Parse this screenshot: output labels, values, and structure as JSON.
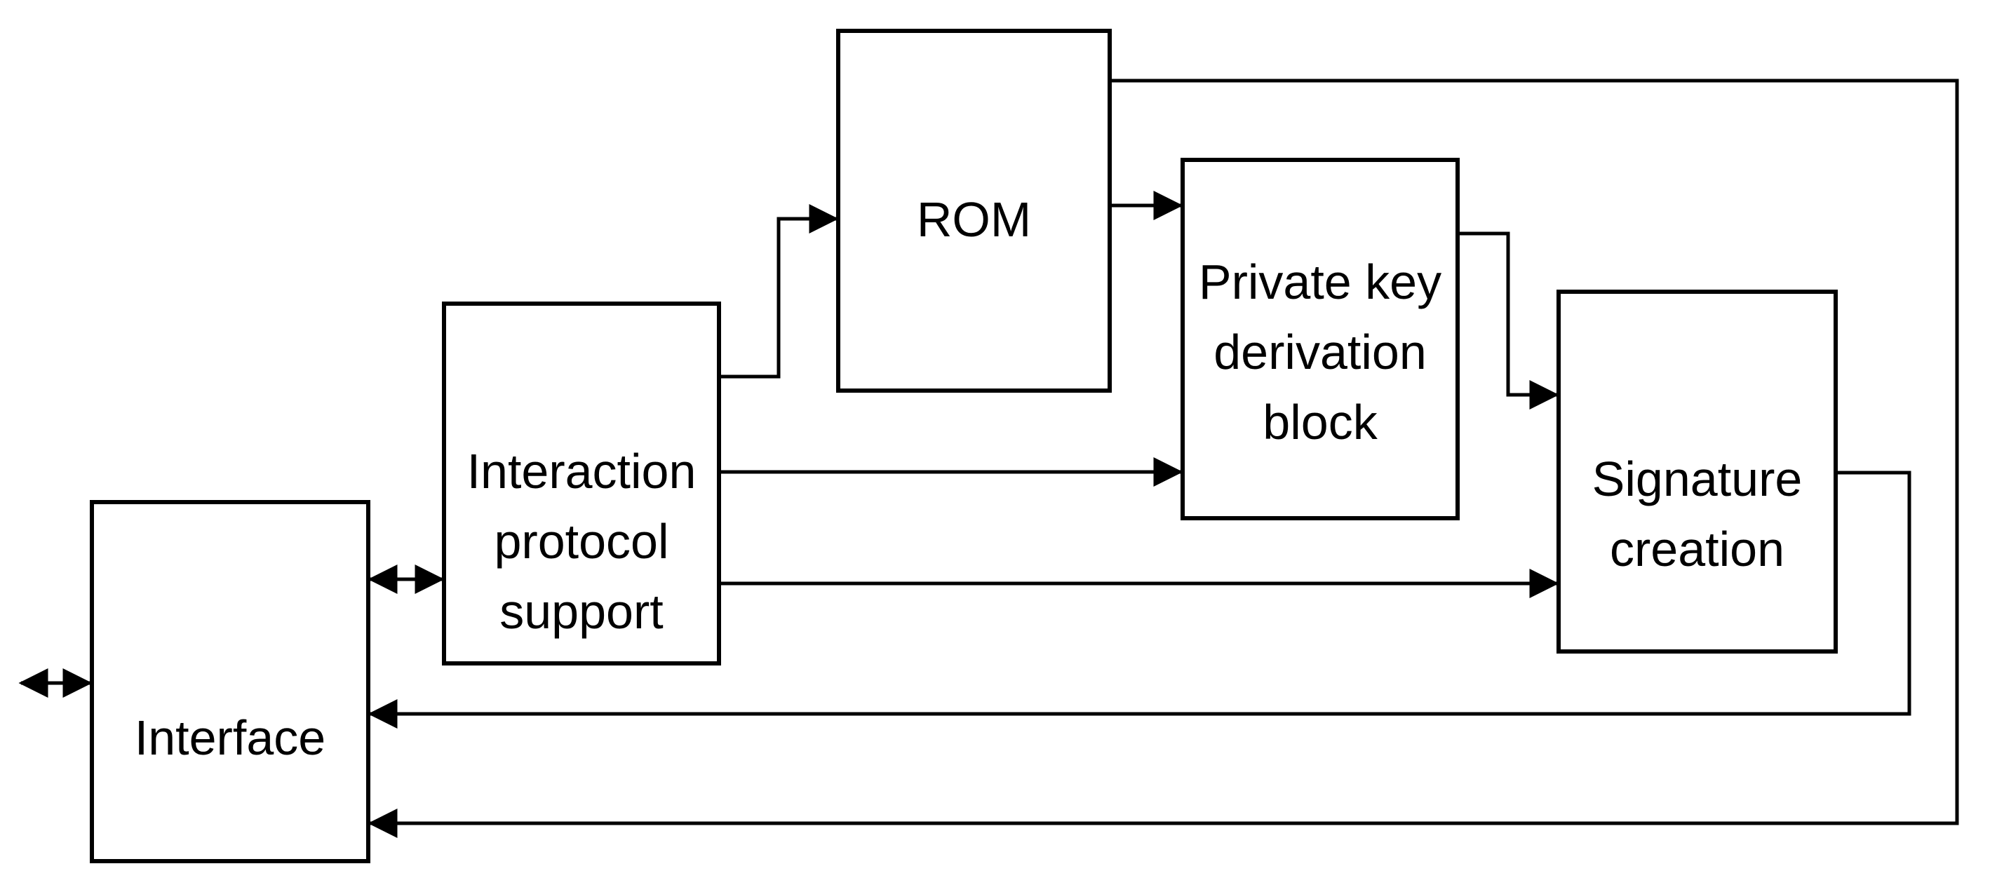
{
  "diagram": {
    "colors": {
      "background": "#ffffff",
      "line": "#000000",
      "text": "#000000"
    },
    "nodes": {
      "interface": {
        "label": "Interface",
        "lines": [
          "Interface"
        ]
      },
      "interaction_protocol_support": {
        "label": "Interaction protocol support",
        "lines": [
          "Interaction",
          "protocol",
          "support"
        ]
      },
      "rom": {
        "label": "ROM",
        "lines": [
          "ROM"
        ]
      },
      "private_key_derivation_block": {
        "label": "Private key derivation block",
        "lines": [
          "Private key",
          "derivation",
          "block"
        ]
      },
      "signature_creation": {
        "label": "Signature creation",
        "lines": [
          "Signature",
          "creation"
        ]
      }
    },
    "connections": [
      {
        "from": "external",
        "to": "interface",
        "type": "bidirectional"
      },
      {
        "from": "interface",
        "to": "interaction_protocol_support",
        "type": "bidirectional"
      },
      {
        "from": "interaction_protocol_support",
        "to": "rom",
        "type": "one-way"
      },
      {
        "from": "rom",
        "to": "private_key_derivation_block",
        "type": "one-way"
      },
      {
        "from": "interaction_protocol_support",
        "to": "private_key_derivation_block",
        "type": "one-way"
      },
      {
        "from": "private_key_derivation_block",
        "to": "signature_creation",
        "type": "one-way"
      },
      {
        "from": "interaction_protocol_support",
        "to": "signature_creation",
        "type": "one-way"
      },
      {
        "from": "signature_creation",
        "to": "interface",
        "type": "one-way"
      },
      {
        "from": "rom",
        "to": "interface",
        "type": "one-way"
      }
    ]
  }
}
